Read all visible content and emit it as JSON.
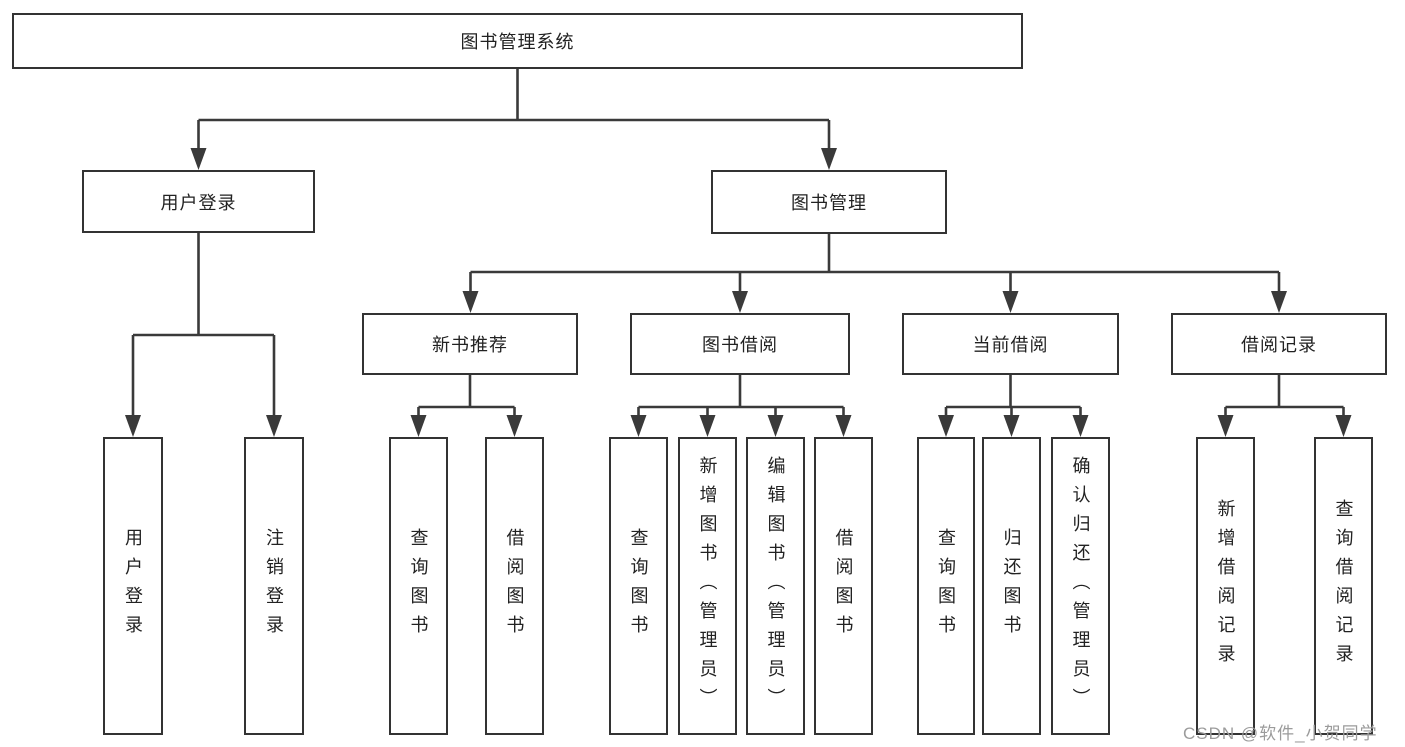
{
  "diagram": {
    "root": {
      "label": "图书管理系统"
    },
    "level2": [
      {
        "label": "用户登录"
      },
      {
        "label": "图书管理"
      }
    ],
    "level3": [
      {
        "label": "新书推荐"
      },
      {
        "label": "图书借阅"
      },
      {
        "label": "当前借阅"
      },
      {
        "label": "借阅记录"
      }
    ],
    "leaves": {
      "user_login": [
        "用户登录",
        "注销登录"
      ],
      "new_book": [
        "查询图书",
        "借阅图书"
      ],
      "book_borrow": [
        "查询图书",
        "新增图书（管理员）",
        "编辑图书（管理员）",
        "借阅图书"
      ],
      "current_borrow": [
        "查询图书",
        "归还图书",
        "确认归还（管理员）"
      ],
      "borrow_records": [
        "新增借阅记录",
        "查询借阅记录"
      ]
    }
  },
  "watermark": {
    "text": "CSDN @软件_小贺同学"
  },
  "colors": {
    "line": "#3a3a3a",
    "border": "#333333",
    "text": "#222222",
    "background": "#ffffff",
    "watermark": "#9b9b9b"
  }
}
